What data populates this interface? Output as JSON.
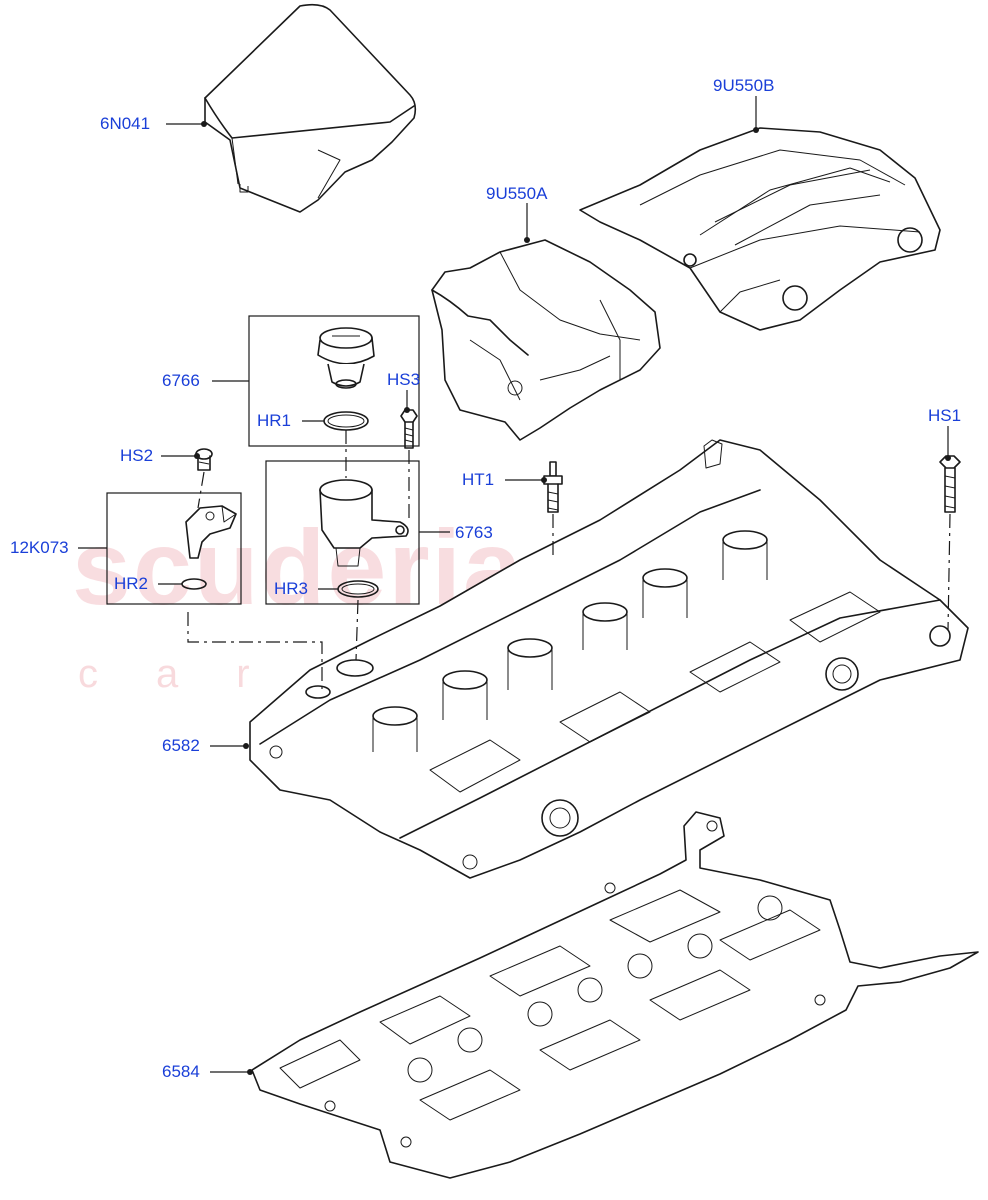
{
  "watermark": {
    "main": "scuderia",
    "sub": "car parts"
  },
  "colors": {
    "label": "#1a3fd8",
    "watermark": "#e05a6a",
    "line": "#1a1a1a"
  },
  "callouts": [
    {
      "id": "6N041",
      "text": "6N041"
    },
    {
      "id": "9U550B",
      "text": "9U550B"
    },
    {
      "id": "9U550A",
      "text": "9U550A"
    },
    {
      "id": "6766",
      "text": "6766"
    },
    {
      "id": "HS3",
      "text": "HS3"
    },
    {
      "id": "HR1",
      "text": "HR1"
    },
    {
      "id": "HS2",
      "text": "HS2"
    },
    {
      "id": "HT1",
      "text": "HT1"
    },
    {
      "id": "HS1",
      "text": "HS1"
    },
    {
      "id": "12K073",
      "text": "12K073"
    },
    {
      "id": "6763",
      "text": "6763"
    },
    {
      "id": "HR2",
      "text": "HR2"
    },
    {
      "id": "HR3",
      "text": "HR3"
    },
    {
      "id": "6582",
      "text": "6582"
    },
    {
      "id": "6584",
      "text": "6584"
    }
  ]
}
